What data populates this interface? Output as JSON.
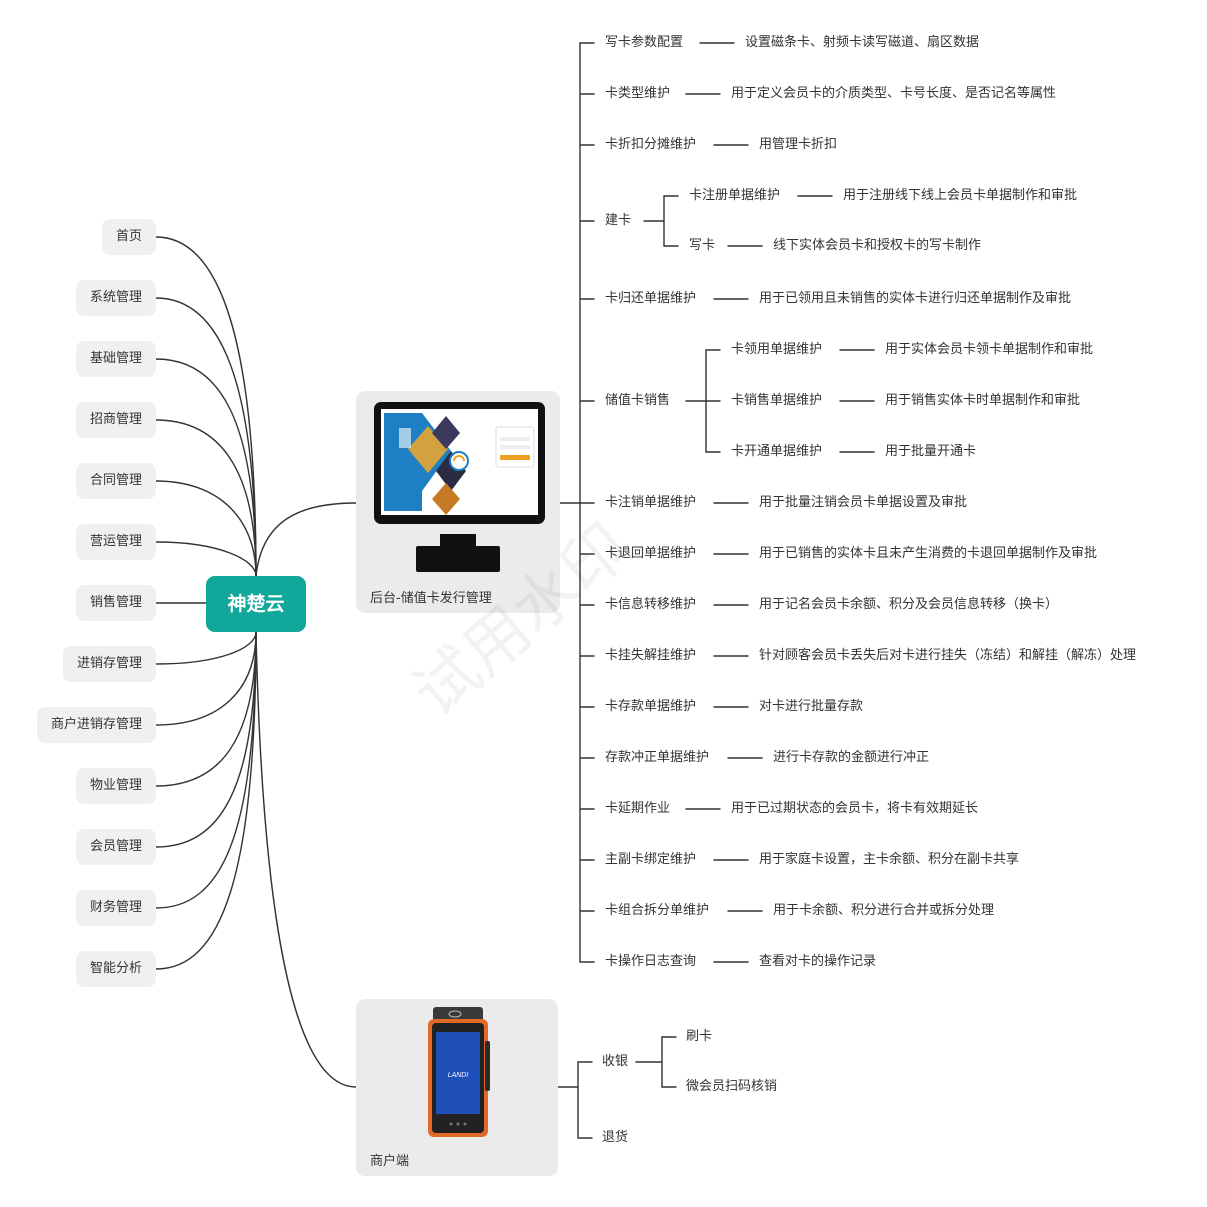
{
  "root": {
    "label": "神楚云",
    "color": "#11a79a"
  },
  "left_nodes": [
    "首页",
    "系统管理",
    "基础管理",
    "招商管理",
    "合同管理",
    "营运管理",
    "销售管理",
    "进销存管理",
    "商户进销存管理",
    "物业管理",
    "会员管理",
    "财务管理",
    "智能分析"
  ],
  "backend": {
    "label": "后台-储值卡发行管理",
    "items": [
      {
        "label": "写卡参数配置",
        "desc": "设置磁条卡、射频卡读写磁道、扇区数据"
      },
      {
        "label": "卡类型维护",
        "desc": "用于定义会员卡的介质类型、卡号长度、是否记名等属性"
      },
      {
        "label": "卡折扣分摊维护",
        "desc": "用管理卡折扣"
      },
      {
        "label": "建卡",
        "children": [
          {
            "label": "卡注册单据维护",
            "desc": "用于注册线下线上会员卡单据制作和审批"
          },
          {
            "label": "写卡",
            "desc": "线下实体会员卡和授权卡的写卡制作"
          }
        ]
      },
      {
        "label": "卡归还单据维护",
        "desc": "用于已领用且未销售的实体卡进行归还单据制作及审批"
      },
      {
        "label": "储值卡销售",
        "children": [
          {
            "label": "卡领用单据维护",
            "desc": "用于实体会员卡领卡单据制作和审批"
          },
          {
            "label": "卡销售单据维护",
            "desc": "用于销售实体卡时单据制作和审批"
          },
          {
            "label": "卡开通单据维护",
            "desc": "用于批量开通卡"
          }
        ]
      },
      {
        "label": "卡注销单据维护",
        "desc": "用于批量注销会员卡单据设置及审批"
      },
      {
        "label": "卡退回单据维护",
        "desc": "用于已销售的实体卡且未产生消费的卡退回单据制作及审批"
      },
      {
        "label": "卡信息转移维护",
        "desc": "用于记名会员卡余额、积分及会员信息转移（换卡）"
      },
      {
        "label": "卡挂失解挂维护",
        "desc": "针对顾客会员卡丢失后对卡进行挂失（冻结）和解挂（解冻）处理"
      },
      {
        "label": "卡存款单据维护",
        "desc": "对卡进行批量存款"
      },
      {
        "label": "存款冲正单据维护",
        "desc": "进行卡存款的金额进行冲正"
      },
      {
        "label": "卡延期作业",
        "desc": "用于已过期状态的会员卡，将卡有效期延长"
      },
      {
        "label": "主副卡绑定维护",
        "desc": "用于家庭卡设置，主卡余额、积分在副卡共享"
      },
      {
        "label": "卡组合拆分单维护",
        "desc": "用于卡余额、积分进行合并或拆分处理"
      },
      {
        "label": "卡操作日志查询",
        "desc": "查看对卡的操作记录"
      }
    ]
  },
  "merchant": {
    "label": "商户端",
    "items": [
      {
        "label": "收银",
        "children": [
          {
            "label": "刷卡"
          },
          {
            "label": "微会员扫码核销"
          }
        ]
      },
      {
        "label": "退货"
      }
    ]
  },
  "device": {
    "brand_text": "LANDI"
  },
  "watermark": "试用水印"
}
